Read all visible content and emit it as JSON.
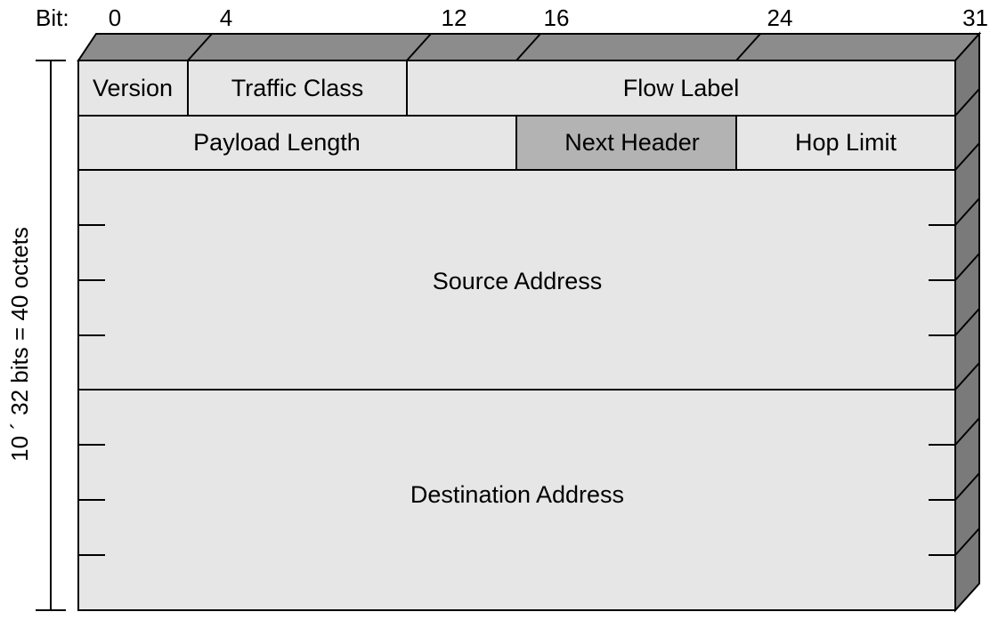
{
  "bit_ruler": {
    "prefix": "Bit:",
    "ticks": [
      "0",
      "4",
      "12",
      "16",
      "24",
      "31"
    ]
  },
  "side_label": "10 ´ 32 bits = 40 octets",
  "fields": {
    "version": "Version",
    "traffic_class": "Traffic Class",
    "flow_label": "Flow Label",
    "payload_length": "Payload Length",
    "next_header": "Next Header",
    "hop_limit": "Hop Limit",
    "source_address": "Source Address",
    "destination_address": "Destination Address"
  },
  "colors": {
    "field_fill": "#e6e6e6",
    "highlight_fill": "#b3b3b3",
    "top_face": "#8c8c8c",
    "side_face": "#7a7a7a",
    "stroke": "#000000"
  }
}
